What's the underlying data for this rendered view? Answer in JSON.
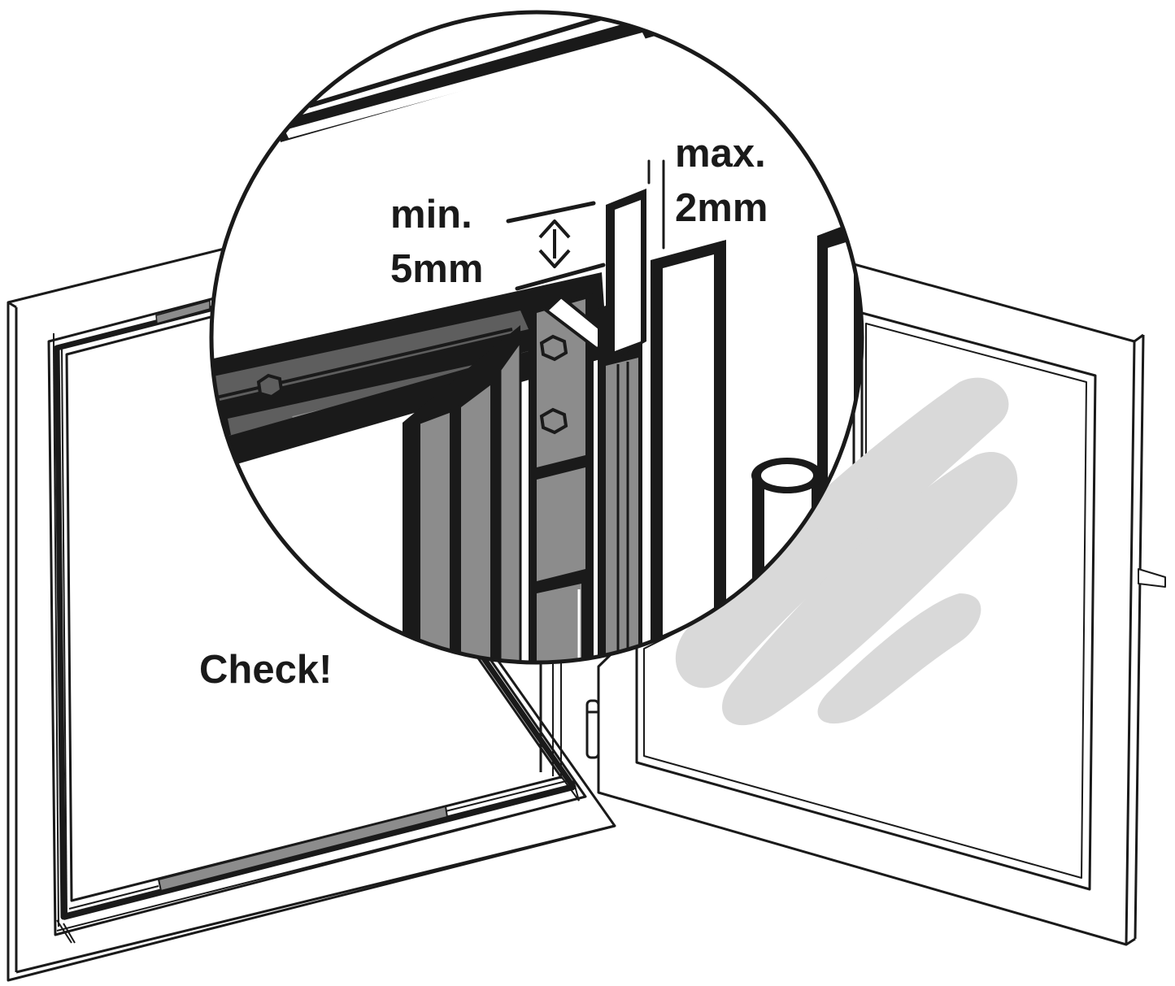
{
  "labels": {
    "min_line1": "min.",
    "min_line2": "5mm",
    "max_line1": "max.",
    "max_line2": "2mm",
    "check": "Check!"
  },
  "colors": {
    "line": "#1a1a1a",
    "frame_gray": "#8c8c8c",
    "dark_gray": "#5e5e5e",
    "smudge": "#d9d9d9",
    "background": "#ffffff"
  }
}
